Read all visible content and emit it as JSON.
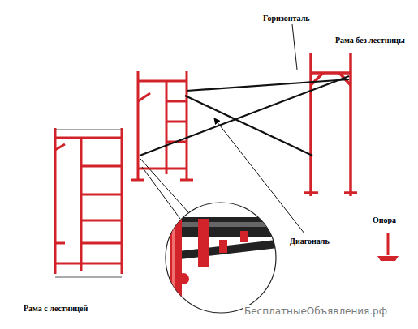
{
  "diagram": {
    "labels": [
      "Горизонталь",
      "Рама без лестницы",
      "Опора",
      "Диагональ",
      "Рама с лестницей",
      "БесплатныеОбъявления.рф"
    ]
  }
}
